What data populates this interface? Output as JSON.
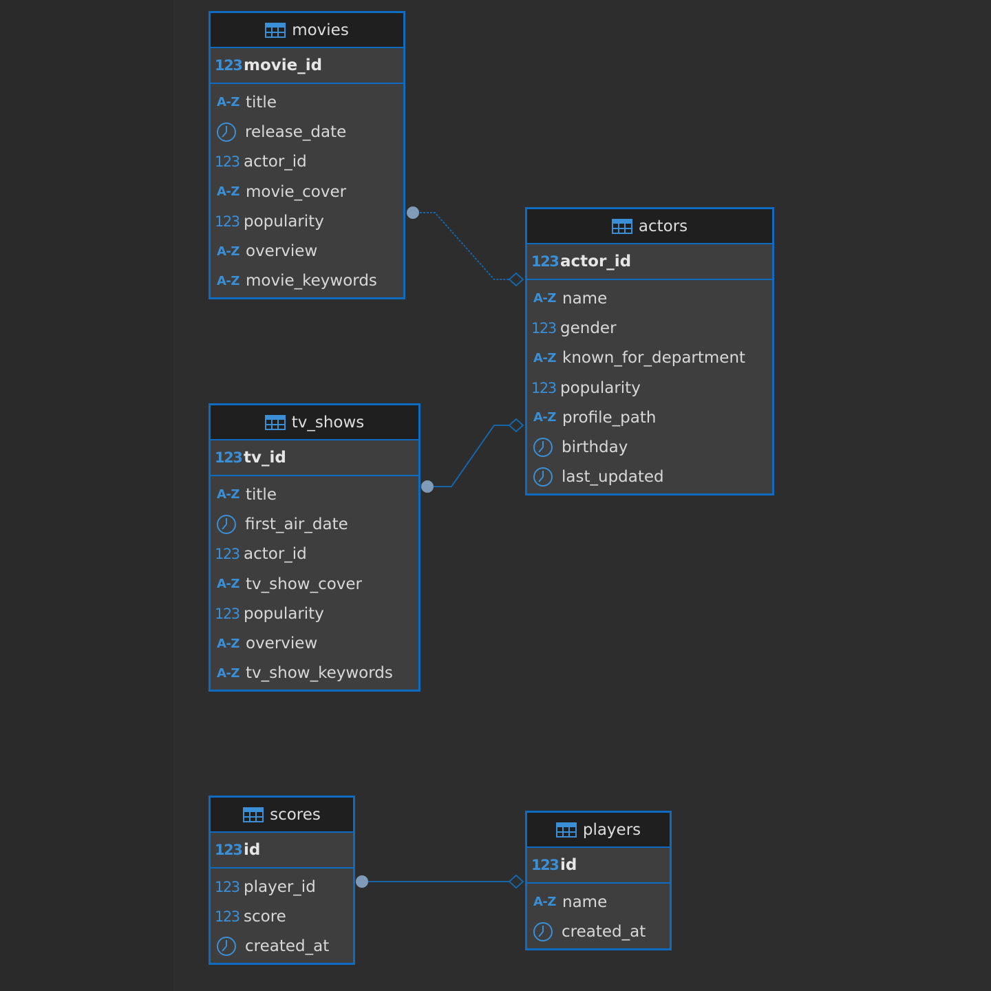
{
  "icons": {
    "integer": "123",
    "text": "A-Z",
    "datetime": "clock-icon",
    "table": "table-icon"
  },
  "colors": {
    "border": "#0e6bc2",
    "icon": "#3a8fd6",
    "link": "#1565a8",
    "background": "#2d2d2d"
  },
  "movies": {
    "name": "movies",
    "pk": "movie_id",
    "columns": [
      {
        "type": "text",
        "name": "title"
      },
      {
        "type": "datetime",
        "name": "release_date"
      },
      {
        "type": "integer",
        "name": "actor_id"
      },
      {
        "type": "text",
        "name": "movie_cover"
      },
      {
        "type": "integer",
        "name": "popularity"
      },
      {
        "type": "text",
        "name": "overview"
      },
      {
        "type": "text",
        "name": "movie_keywords"
      }
    ]
  },
  "actors": {
    "name": "actors",
    "pk": "actor_id",
    "columns": [
      {
        "type": "text",
        "name": "name"
      },
      {
        "type": "integer",
        "name": "gender"
      },
      {
        "type": "text",
        "name": "known_for_department"
      },
      {
        "type": "integer",
        "name": "popularity"
      },
      {
        "type": "text",
        "name": "profile_path"
      },
      {
        "type": "datetime",
        "name": "birthday"
      },
      {
        "type": "datetime",
        "name": "last_updated"
      }
    ]
  },
  "tv_shows": {
    "name": "tv_shows",
    "pk": "tv_id",
    "columns": [
      {
        "type": "text",
        "name": "title"
      },
      {
        "type": "datetime",
        "name": "first_air_date"
      },
      {
        "type": "integer",
        "name": "actor_id"
      },
      {
        "type": "text",
        "name": "tv_show_cover"
      },
      {
        "type": "integer",
        "name": "popularity"
      },
      {
        "type": "text",
        "name": "overview"
      },
      {
        "type": "text",
        "name": "tv_show_keywords"
      }
    ]
  },
  "scores": {
    "name": "scores",
    "pk": "id",
    "columns": [
      {
        "type": "integer",
        "name": "player_id"
      },
      {
        "type": "integer",
        "name": "score"
      },
      {
        "type": "datetime",
        "name": "created_at"
      }
    ]
  },
  "players": {
    "name": "players",
    "pk": "id",
    "columns": [
      {
        "type": "text",
        "name": "name"
      },
      {
        "type": "datetime",
        "name": "created_at"
      }
    ]
  }
}
